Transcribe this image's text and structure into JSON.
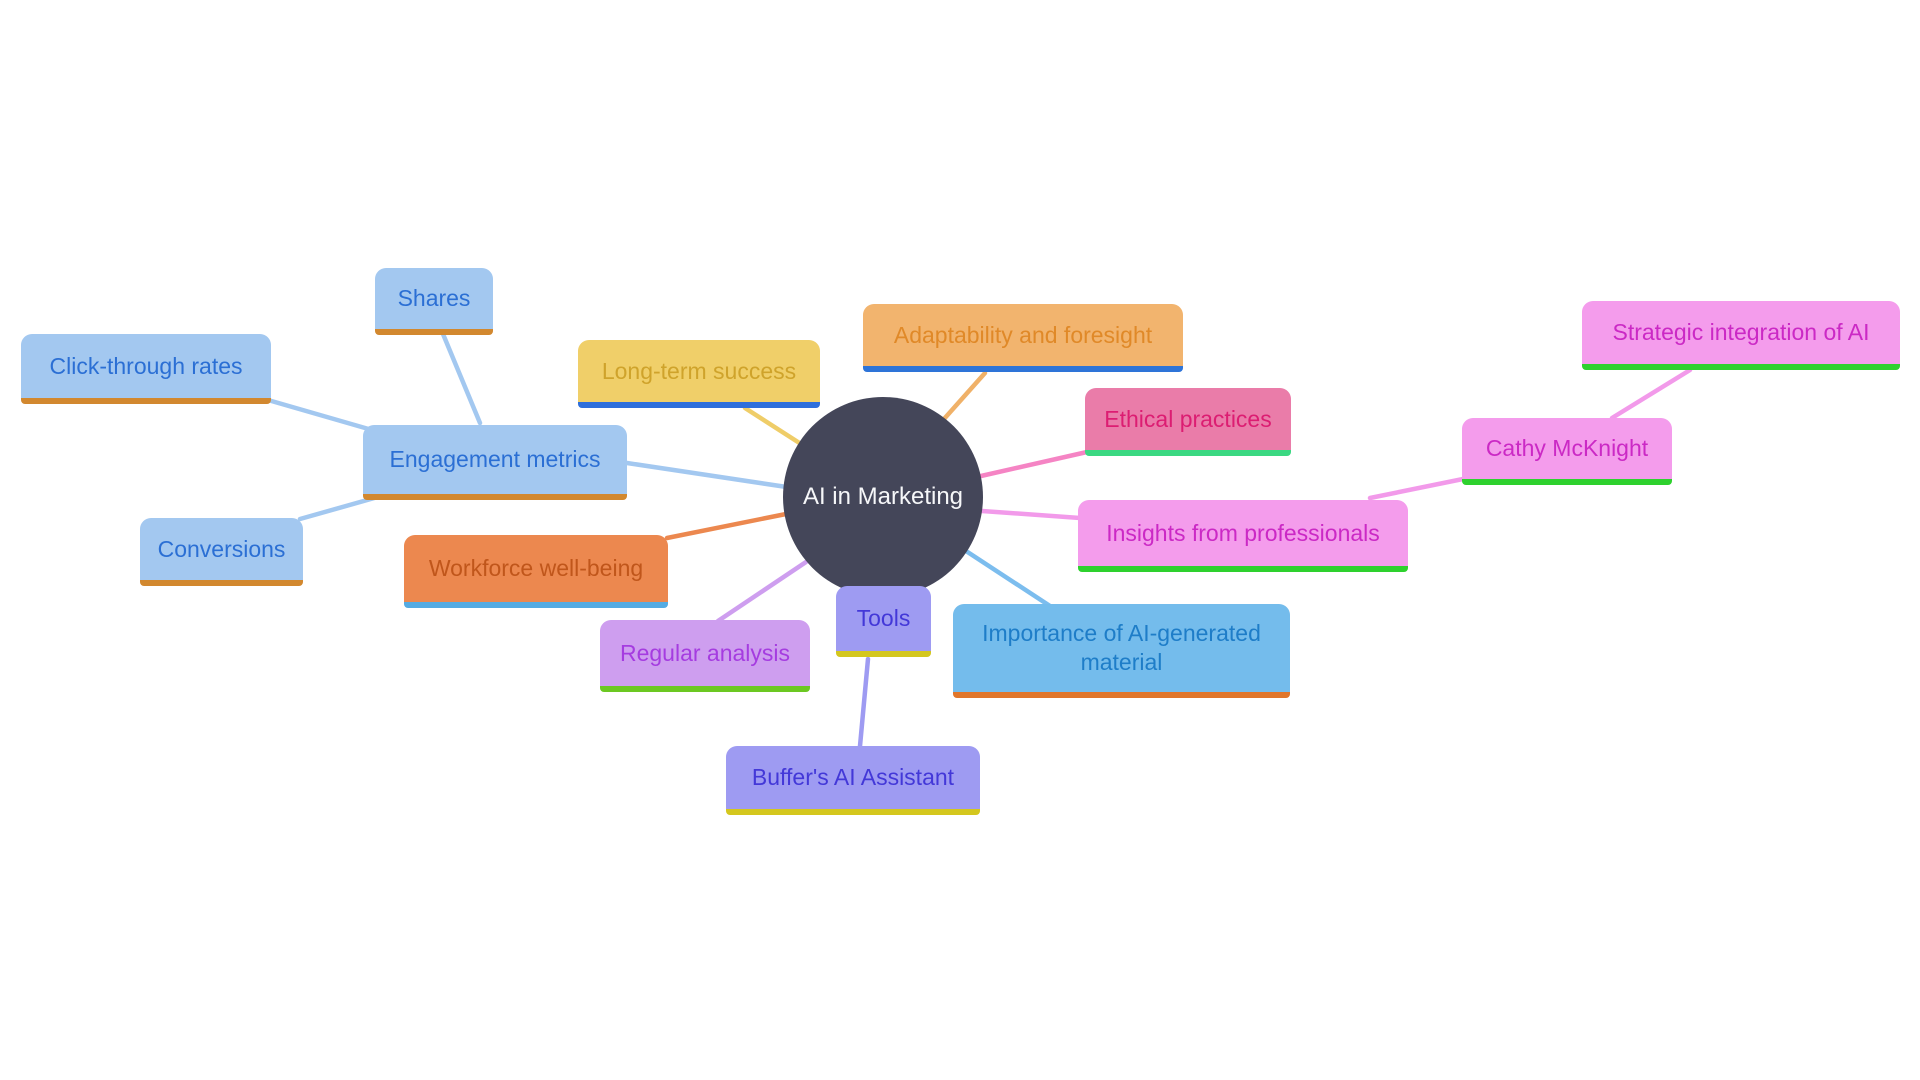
{
  "diagram": {
    "central": {
      "id": "central",
      "label": "AI in Marketing",
      "bg": "#444659",
      "text_color": "#F6F7F9"
    },
    "nodes": [
      {
        "id": "shares",
        "label": "Shares",
        "bg": "#A3C8F0",
        "text_color": "#2B6FD4",
        "underline": "#D2882F"
      },
      {
        "id": "click-through-rates",
        "label": "Click-through rates",
        "bg": "#A3C8F0",
        "text_color": "#2B6FD4",
        "underline": "#D2882F"
      },
      {
        "id": "engagement-metrics",
        "label": "Engagement metrics",
        "bg": "#A3C8F0",
        "text_color": "#2B6FD4",
        "underline": "#D2882F"
      },
      {
        "id": "conversions",
        "label": "Conversions",
        "bg": "#A3C8F0",
        "text_color": "#2B6FD4",
        "underline": "#D2882F"
      },
      {
        "id": "long-term-success",
        "label": "Long-term success",
        "bg": "#F0CF69",
        "text_color": "#CFA32B",
        "underline": "#2E6FDC"
      },
      {
        "id": "adaptability-and-foresight",
        "label": "Adaptability and foresight",
        "bg": "#F2B46E",
        "text_color": "#E08928",
        "underline": "#2E74D8"
      },
      {
        "id": "ethical-practices",
        "label": "Ethical practices",
        "bg": "#EA7CA9",
        "text_color": "#DC1D72",
        "underline": "#3BD882"
      },
      {
        "id": "insights-from-professionals",
        "label": "Insights from professionals",
        "bg": "#F49CEC",
        "text_color": "#CB29C5",
        "underline": "#2ED12E"
      },
      {
        "id": "importance-of-ai-generated-material",
        "label": "Importance of AI-generated material",
        "bg": "#74BCEC",
        "text_color": "#1E7DC8",
        "underline": "#E0762B"
      },
      {
        "id": "cathy-mcknight",
        "label": "Cathy McKnight",
        "bg": "#F49CEC",
        "text_color": "#CB29C5",
        "underline": "#2ED12E"
      },
      {
        "id": "strategic-integration-of-ai",
        "label": "Strategic integration of AI",
        "bg": "#F49CEC",
        "text_color": "#CB29C5",
        "underline": "#2ED12E"
      },
      {
        "id": "workforce-well-being",
        "label": "Workforce well-being",
        "bg": "#EC884F",
        "text_color": "#C0561B",
        "underline": "#55ABE2"
      },
      {
        "id": "regular-analysis",
        "label": "Regular analysis",
        "bg": "#CE9EEF",
        "text_color": "#A53CE0",
        "underline": "#6CC822"
      },
      {
        "id": "tools",
        "label": "Tools",
        "bg": "#9E9BF2",
        "text_color": "#4338D8",
        "underline": "#D4C71E"
      },
      {
        "id": "buffers-ai-assistant",
        "label": "Buffer's AI Assistant",
        "bg": "#9E9BF2",
        "text_color": "#4338D8",
        "underline": "#D4C71E"
      }
    ],
    "edges": [
      {
        "from": "engagement-metrics",
        "to": "shares",
        "color": "#A3C8F0"
      },
      {
        "from": "engagement-metrics",
        "to": "click-through-rates",
        "color": "#A3C8F0"
      },
      {
        "from": "engagement-metrics",
        "to": "conversions",
        "color": "#A3C8F0"
      },
      {
        "from": "central",
        "to": "engagement-metrics",
        "color": "#A3C8F0"
      },
      {
        "from": "central",
        "to": "long-term-success",
        "color": "#EFCD68"
      },
      {
        "from": "central",
        "to": "adaptability-and-foresight",
        "color": "#F0B168"
      },
      {
        "from": "central",
        "to": "ethical-practices",
        "color": "#F584C4"
      },
      {
        "from": "central",
        "to": "insights-from-professionals",
        "color": "#F29AEA"
      },
      {
        "from": "insights-from-professionals",
        "to": "cathy-mcknight",
        "color": "#F29AEA"
      },
      {
        "from": "cathy-mcknight",
        "to": "strategic-integration-of-ai",
        "color": "#F29AEA"
      },
      {
        "from": "central",
        "to": "importance-of-ai-generated-material",
        "color": "#7CBDEE"
      },
      {
        "from": "central",
        "to": "tools",
        "color": "#9E9BF2"
      },
      {
        "from": "tools",
        "to": "buffers-ai-assistant",
        "color": "#9E9BF2"
      },
      {
        "from": "central",
        "to": "workforce-well-being",
        "color": "#EC884F"
      },
      {
        "from": "central",
        "to": "regular-analysis",
        "color": "#CE9EEF"
      }
    ]
  }
}
